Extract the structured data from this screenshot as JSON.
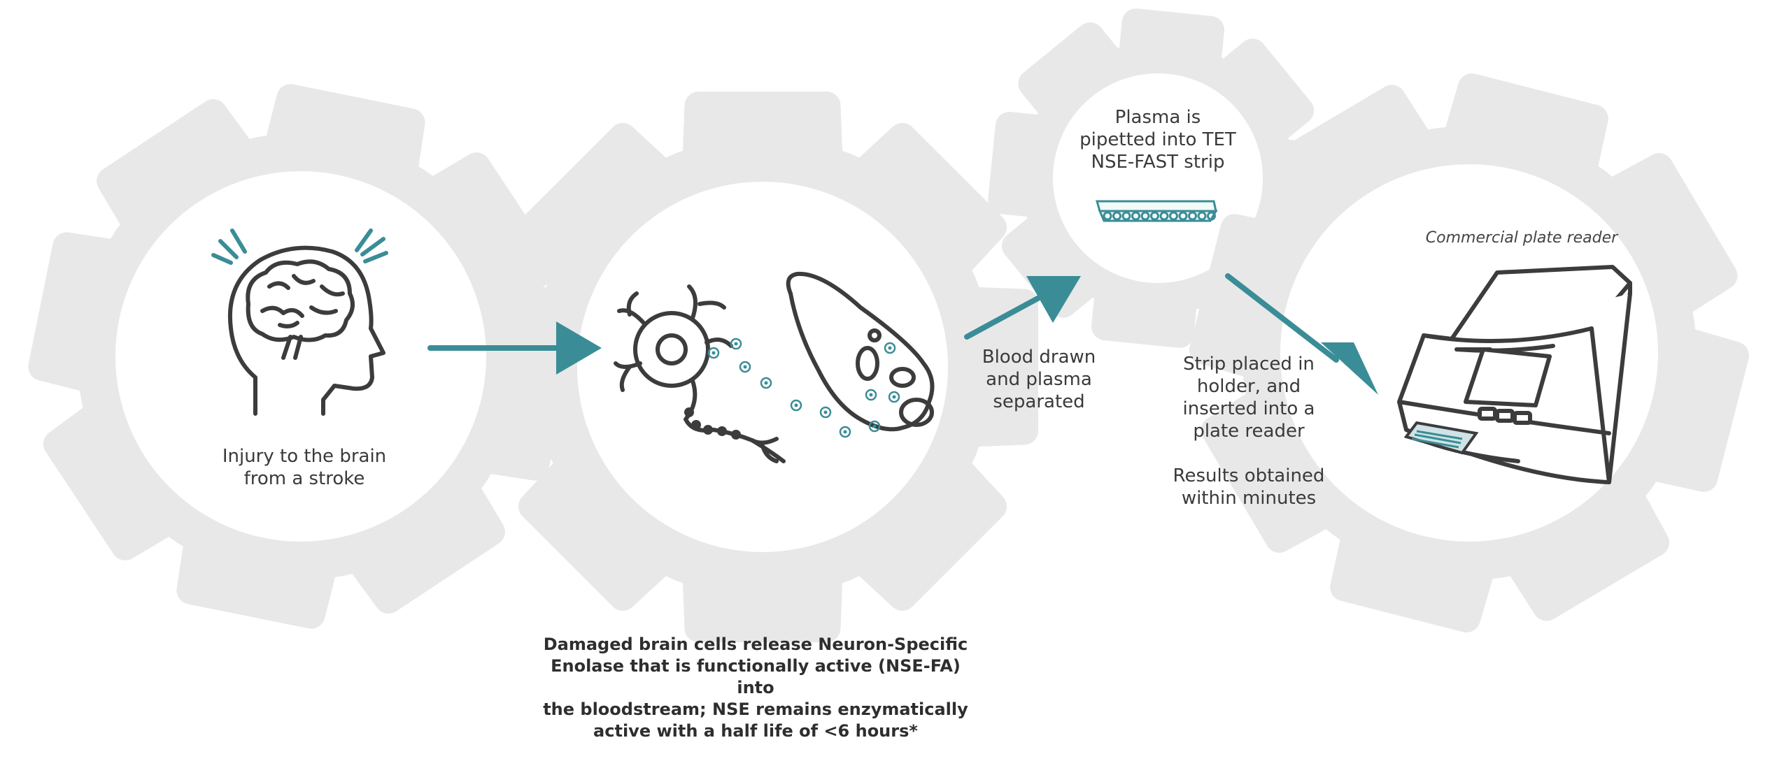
{
  "steps": [
    {
      "label_lines": [
        "Injury to the brain",
        "from a stroke"
      ]
    },
    {
      "label_lines": [
        "Damaged brain cells release Neuron-Specific",
        "Enolase that is functionally active (NSE-FA) into",
        "the bloodstream; NSE remains enzymatically"
      ],
      "label_last_prefix": "active with a half life of ",
      "label_last_emphasis": "<6 hours*"
    },
    {
      "label_lines": [
        "Plasma is",
        "pipetted into TET",
        "NSE-FAST strip"
      ]
    },
    {
      "title": "Commercial plate reader"
    }
  ],
  "arrow_labels": {
    "blood": [
      "Blood drawn",
      "and plasma",
      "separated"
    ],
    "strip": [
      "Strip placed in",
      "holder, and",
      "inserted into a",
      "plate reader"
    ],
    "results": [
      "Results obtained",
      "within minutes"
    ]
  },
  "colors": {
    "teal": "#3a8d96",
    "gear": "#e8e8e8",
    "line": "#3c3c3c"
  },
  "icons": [
    "gear-icon",
    "head-brain-icon",
    "neuron-icon",
    "cell-icon",
    "test-strip-icon",
    "plate-reader-icon",
    "arrow-icon"
  ]
}
